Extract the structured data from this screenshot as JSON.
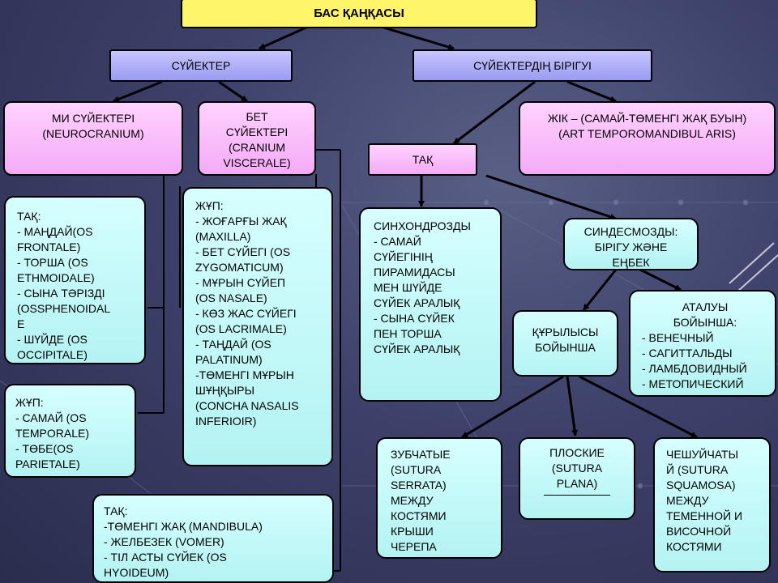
{
  "title": "БАС ҚАҢҚАСЫ",
  "bones": "СҮЙЕКТЕР",
  "joints": "СҮЙЕКТЕРДІҢ БІРІГУІ",
  "neurocranium": [
    "МИ СҮЙЕКТЕРІ",
    "(NEUROCRANIUM)"
  ],
  "viscerocranium": [
    "БЕТ",
    "СҮЙЕКТЕРІ",
    "(CRANIUM",
    "VISCERALE)"
  ],
  "tmj": [
    "ЖІК – (САМАЙ-ТӨМЕНГІ ЖАҚ БУЫН)",
    "(ART TEMPOROMANDIBUL ARIS)"
  ],
  "tak": "ТАҚ",
  "neuro_unpaired": [
    "ТАҚ:",
    "- МАҢДАЙ(OS",
    "FRONTALE)",
    "- ТОРША (OS",
    "ETHMOIDALE)",
    "- СЫНА ТӘРІЗДІ",
    "(OSSPHENOIDAL",
    "E",
    "- ШҮЙДЕ (OS",
    "OCCIPITALE)"
  ],
  "neuro_paired": [
    "ЖҰП:",
    "- САМАЙ (OS",
    "TEMPORALE)",
    "- ТӨБЕ(OS",
    "PARIETALE)"
  ],
  "facial_paired": [
    "ЖҰП:",
    "- ЖОҒАРҒЫ ЖАҚ",
    "(MAXILLA)",
    "- БЕТ СҮЙЕГІ (OS",
    "ZYGOMATICUM)",
    "- МҰРЫН СҮЙЕП",
    "(OS NASALE)",
    "- КӨЗ ЖАС СҮЙЕГІ",
    "(OS LACRIMALE)",
    "- ТАҢДАЙ (OS",
    "PALATINUM)",
    "-ТӨМЕНГІ МҰРЫН",
    "ШҰҢҚЫРЫ",
    "(CONCHA NASALIS",
    "INFERIOIR)"
  ],
  "facial_unpaired": [
    "ТАҚ:",
    "-ТӨМЕНГІ ЖАҚ (MANDIBULA)",
    "- ЖЕЛБЕЗЕК (VOMER)",
    "- ТІЛ АСТЫ СҮЙЕК  (OS",
    "HYOIDEUM)"
  ],
  "synchondroses": [
    "СИНХОНДРОЗДЫ",
    "- САМАЙ",
    "СҮЙЕГІНІҢ",
    "ПИРАМИДАСЫ",
    "МЕН ШҮЙДЕ",
    "СҮЙЕК АРАЛЫҚ",
    "- СЫНА СҮЙЕК",
    "ПЕН ТОРША",
    "СҮЙЕК АРАЛЫҚ"
  ],
  "syndesmoses": [
    "СИНДЕСМОЗДЫ:",
    "БІРІГУ ЖӘНЕ",
    "ЕҢБЕК"
  ],
  "by_structure": [
    "ҚҰРЫЛЫСЫ",
    "БОЙЫНША"
  ],
  "by_name": [
    "АТАЛУЫ",
    "БОЙЫНША:",
    "- ВЕНЕЧНЫЙ",
    "- САГИТТАЛЬДЫ",
    "- ЛАМБДОВИДНЫЙ",
    "- МЕТОПИЧЕСКИЙ"
  ],
  "serrata": [
    "ЗУБЧАТЫЕ",
    "(SUTURA",
    "SERRATA)",
    "МЕЖДУ",
    "КОСТЯМИ",
    "КРЫШИ",
    "ЧЕРЕПА"
  ],
  "plana": [
    "ПЛОСКИЕ",
    "(SUTURA",
    "PLANA)"
  ],
  "squamosa": [
    "ЧЕШУЙЧАТЫ",
    "Й (SUTURA",
    "SQUAMOSA)",
    "МЕЖДУ",
    "ТЕМЕННОЙ И",
    "ВИСОЧНОЙ",
    "КОСТЯМИ"
  ]
}
